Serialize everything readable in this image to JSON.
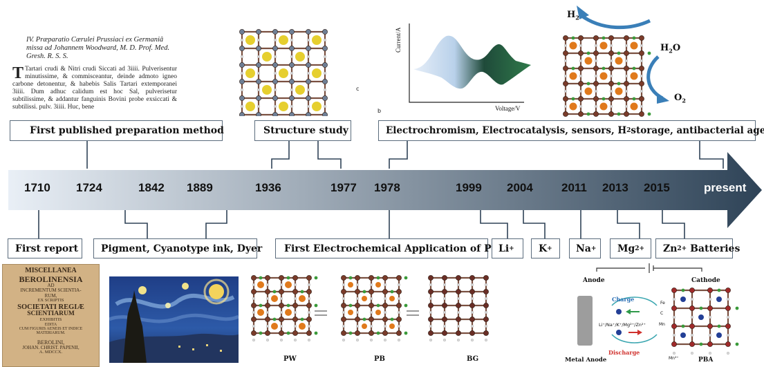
{
  "colors": {
    "arrow_start": "#e9eff6",
    "arrow_end": "#2e4357",
    "box_border": "#5a6b7c",
    "connector": "#2f4256",
    "book": "#c8a57a",
    "fe_blue": "#2b6cb0",
    "orange_ion": "#e07a1c",
    "green_atom": "#3a9a3a"
  },
  "timeline": {
    "years": [
      "1710",
      "1724",
      "1842",
      "1889",
      "1936",
      "1977",
      "1978",
      "1999",
      "2004",
      "2011",
      "2013",
      "2015",
      "present"
    ]
  },
  "top_labels": {
    "published": "First published preparation method",
    "structure": "Structure study",
    "apps_main": "Electrochromism, Electrocatalysis, sensors, H",
    "apps_sub": "2",
    "apps_tail": " storage, antibacterial agents"
  },
  "bottom_labels": {
    "first_report": "First report",
    "pigment": "Pigment, Cyanotype ink, Dyer",
    "electrochem": "First Electrochemical Application of PB",
    "li": "Li",
    "k": "K",
    "na": "Na",
    "plus": "+",
    "mg": "Mg",
    "mg_charge": "2+",
    "zn": "Zn",
    "zn_charge": "2+",
    "batteries": " Batteries"
  },
  "document": {
    "heading": "IV. Præparatio Cærulei Prussiaci ex Germaniâ missa ad Johannem Woodward, M. D. Prof. Med. Gresh. R. S. S.",
    "body": "Tartari crudi & Nitri crudi Siccati ad 3iiii. Pulverisentur minutissime, & commisceantur, deinde admoto igneo carbone detonentur, & habebis Salis Tartari extemporanei 3iiii. Dum adhuc calidum est hoc Sal, pulverisetur subtilissime, & addantur fanguinis Bovini probe exsiccati & subtilissi. pulv. 3iiii. Huc, bene"
  },
  "book": {
    "lines": [
      "MISCELLANEA",
      "BEROLINENSIA",
      "AD",
      "INCREMENTUM SCIENTIA-",
      "RUM,",
      "EX SCRIPTIS",
      "SOCIETATI REGIÆ",
      "SCIENTIARUM",
      "EXHIBITIS",
      "EDITA",
      "CUM FIGURIS AENEIS ET INDICE",
      "MATERIARUM.",
      "BEROLINI,",
      "JOHAN. CHRIST. PAPENII,",
      "A. MDCCX."
    ]
  },
  "cv": {
    "ylabel": "Current/A",
    "xlabel": "Voltage/V"
  },
  "catalysis": {
    "h2": "H",
    "h2_sub": "2",
    "h2o": "H",
    "h2o_sub": "2",
    "h2o_tail": "O",
    "o2": "O",
    "o2_sub": "2"
  },
  "structures": {
    "pw": "PW",
    "pb": "PB",
    "bg": "BG",
    "axis_c": "c",
    "axis_b": "b"
  },
  "battery": {
    "anode": "Anode",
    "cathode": "Cathode",
    "charge": "Charge",
    "discharge": "Discharge",
    "ions": "Li⁺/Na⁺/K⁺/Mg²⁺/Zn²⁺",
    "metal_anode": "Metal Anode",
    "pba": "PBA",
    "fe": "Fe",
    "c": "C",
    "mn": "Mn",
    "ion_key": "Mn²⁺"
  }
}
